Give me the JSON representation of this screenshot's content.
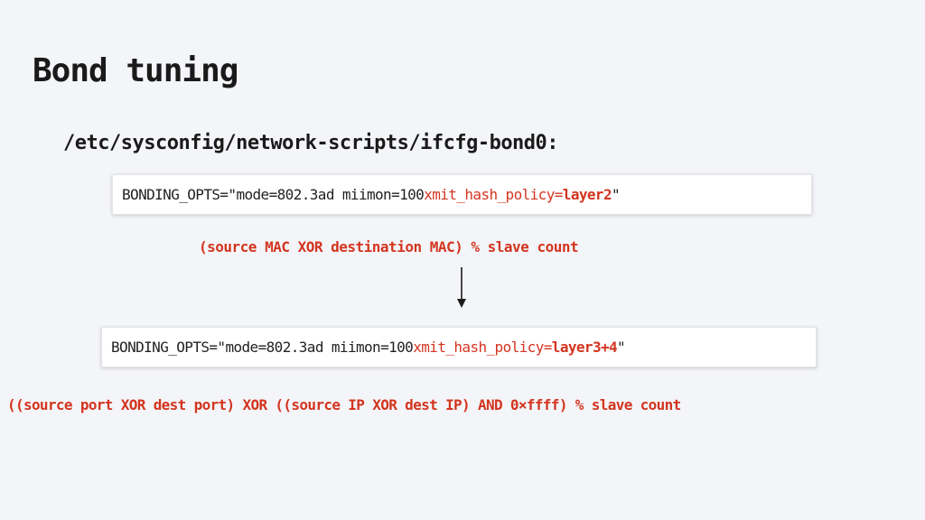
{
  "slide": {
    "title": "Bond tuning",
    "path": "/etc/sysconfig/network-scripts/ifcfg-bond0:"
  },
  "config1": {
    "prefix": "BONDING_OPTS=\"mode=802.3ad miimon=100 ",
    "key": "xmit_hash_policy=",
    "value": "layer2",
    "suffix": "\""
  },
  "formula1": "(source MAC XOR destination MAC) % slave count",
  "config2": {
    "prefix": "BONDING_OPTS=\"mode=802.3ad miimon=100 ",
    "key": "xmit_hash_policy=",
    "value": "layer3+4",
    "suffix": "\""
  },
  "formula2": "((source port XOR dest port) XOR ((source IP XOR dest IP) AND 0×ffff) % slave count",
  "colors": {
    "background": "#f4f5f8",
    "accent": "#d33520",
    "text": "#1a1a1a"
  }
}
